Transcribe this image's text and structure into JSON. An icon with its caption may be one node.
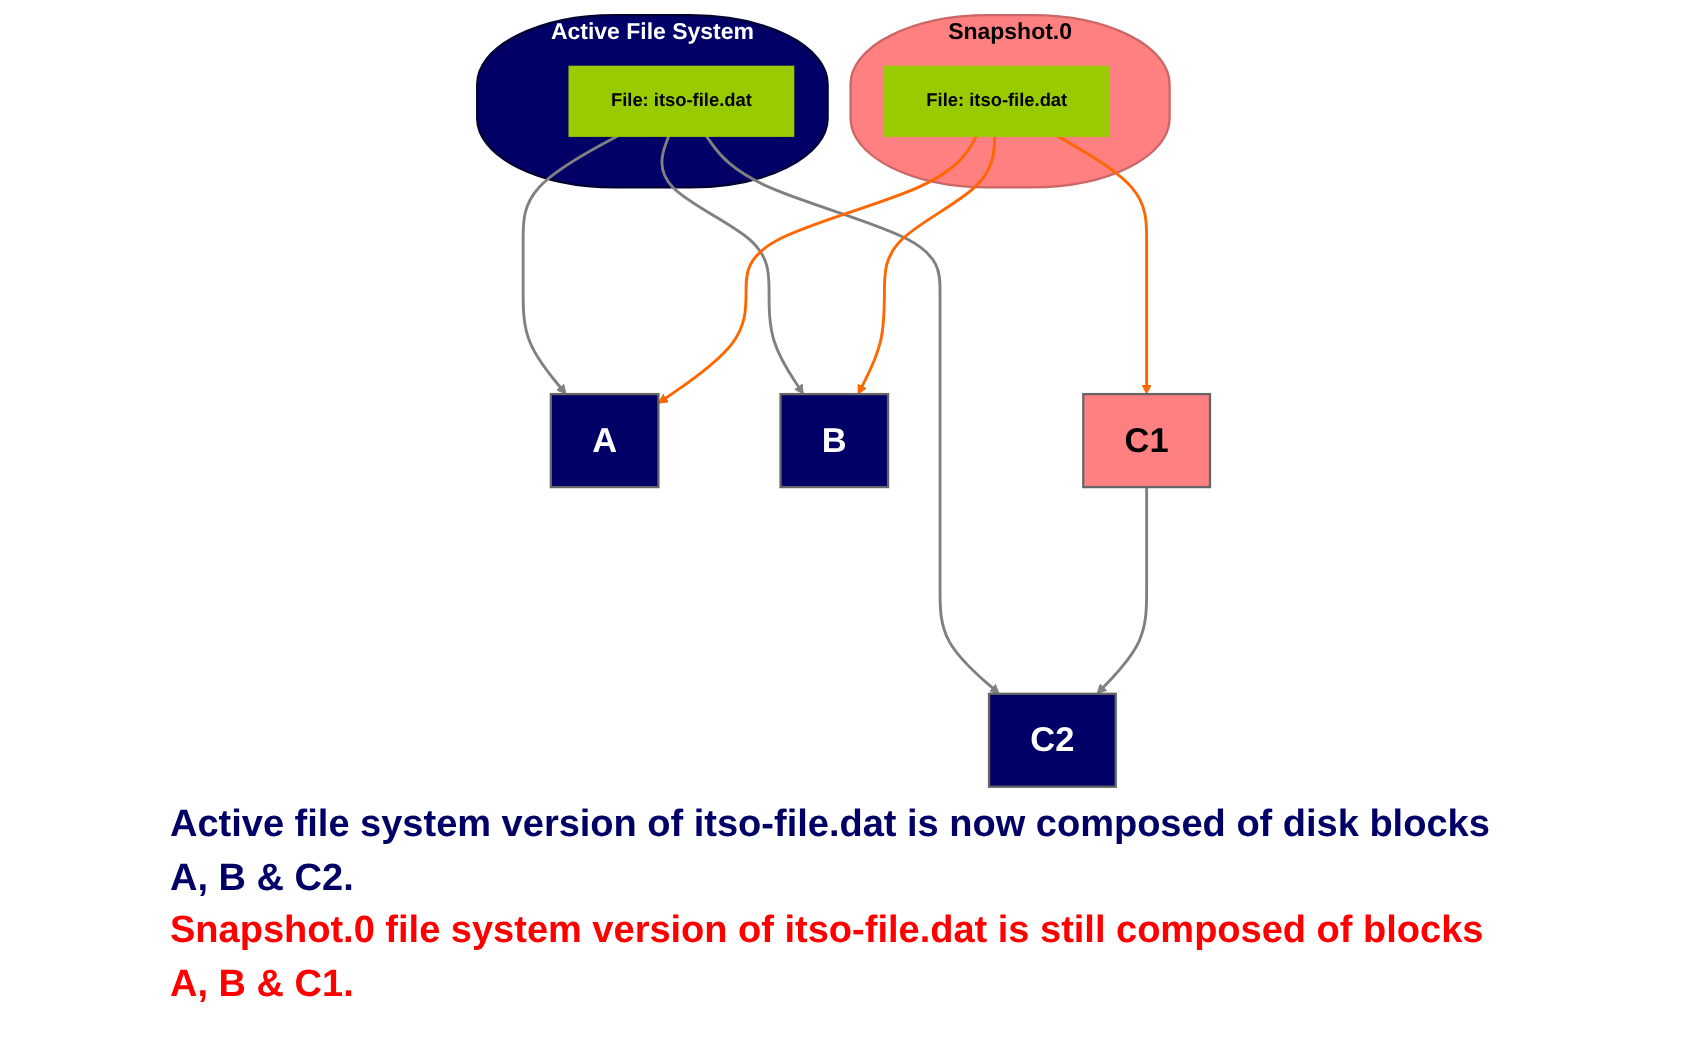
{
  "diagram": {
    "nodes": [
      {
        "text": [
          "Active File System"
        ]
      },
      {
        "text": [
          "File: itso-file.dat"
        ],
        "in": 0
      },
      {
        "text": [
          "Snapshot.0"
        ]
      },
      {
        "text": [
          "File: itso-file.dat"
        ],
        "in": 2
      },
      {
        "text": [
          "A"
        ]
      },
      {
        "text": [
          "B"
        ]
      },
      {
        "text": [
          "C1"
        ]
      },
      {
        "text": [
          "C2"
        ]
      }
    ],
    "edges": [
      {
        "from": 1,
        "to": 4,
        "arrow": "to"
      },
      {
        "from": 1,
        "to": 5,
        "arrow": "to"
      },
      {
        "from": 1,
        "to": 7,
        "arrow": "to"
      },
      {
        "from": 3,
        "to": 4,
        "arrow": "to",
        "color": "#ff6600"
      },
      {
        "from": 3,
        "to": 5,
        "arrow": "to",
        "color": "#ff6600"
      },
      {
        "from": 3,
        "to": 6,
        "arrow": "to",
        "color": "#ff6600"
      },
      {
        "from": 6,
        "to": 7,
        "arrow": "to"
      }
    ],
    "labels": [
      "Active file system version of itso-file.dat is now composed of disk blocks A, B & C2.",
      "Snapshot.0 file system version of itso-file.dat is still composed of blocks A, B & C1."
    ]
  }
}
